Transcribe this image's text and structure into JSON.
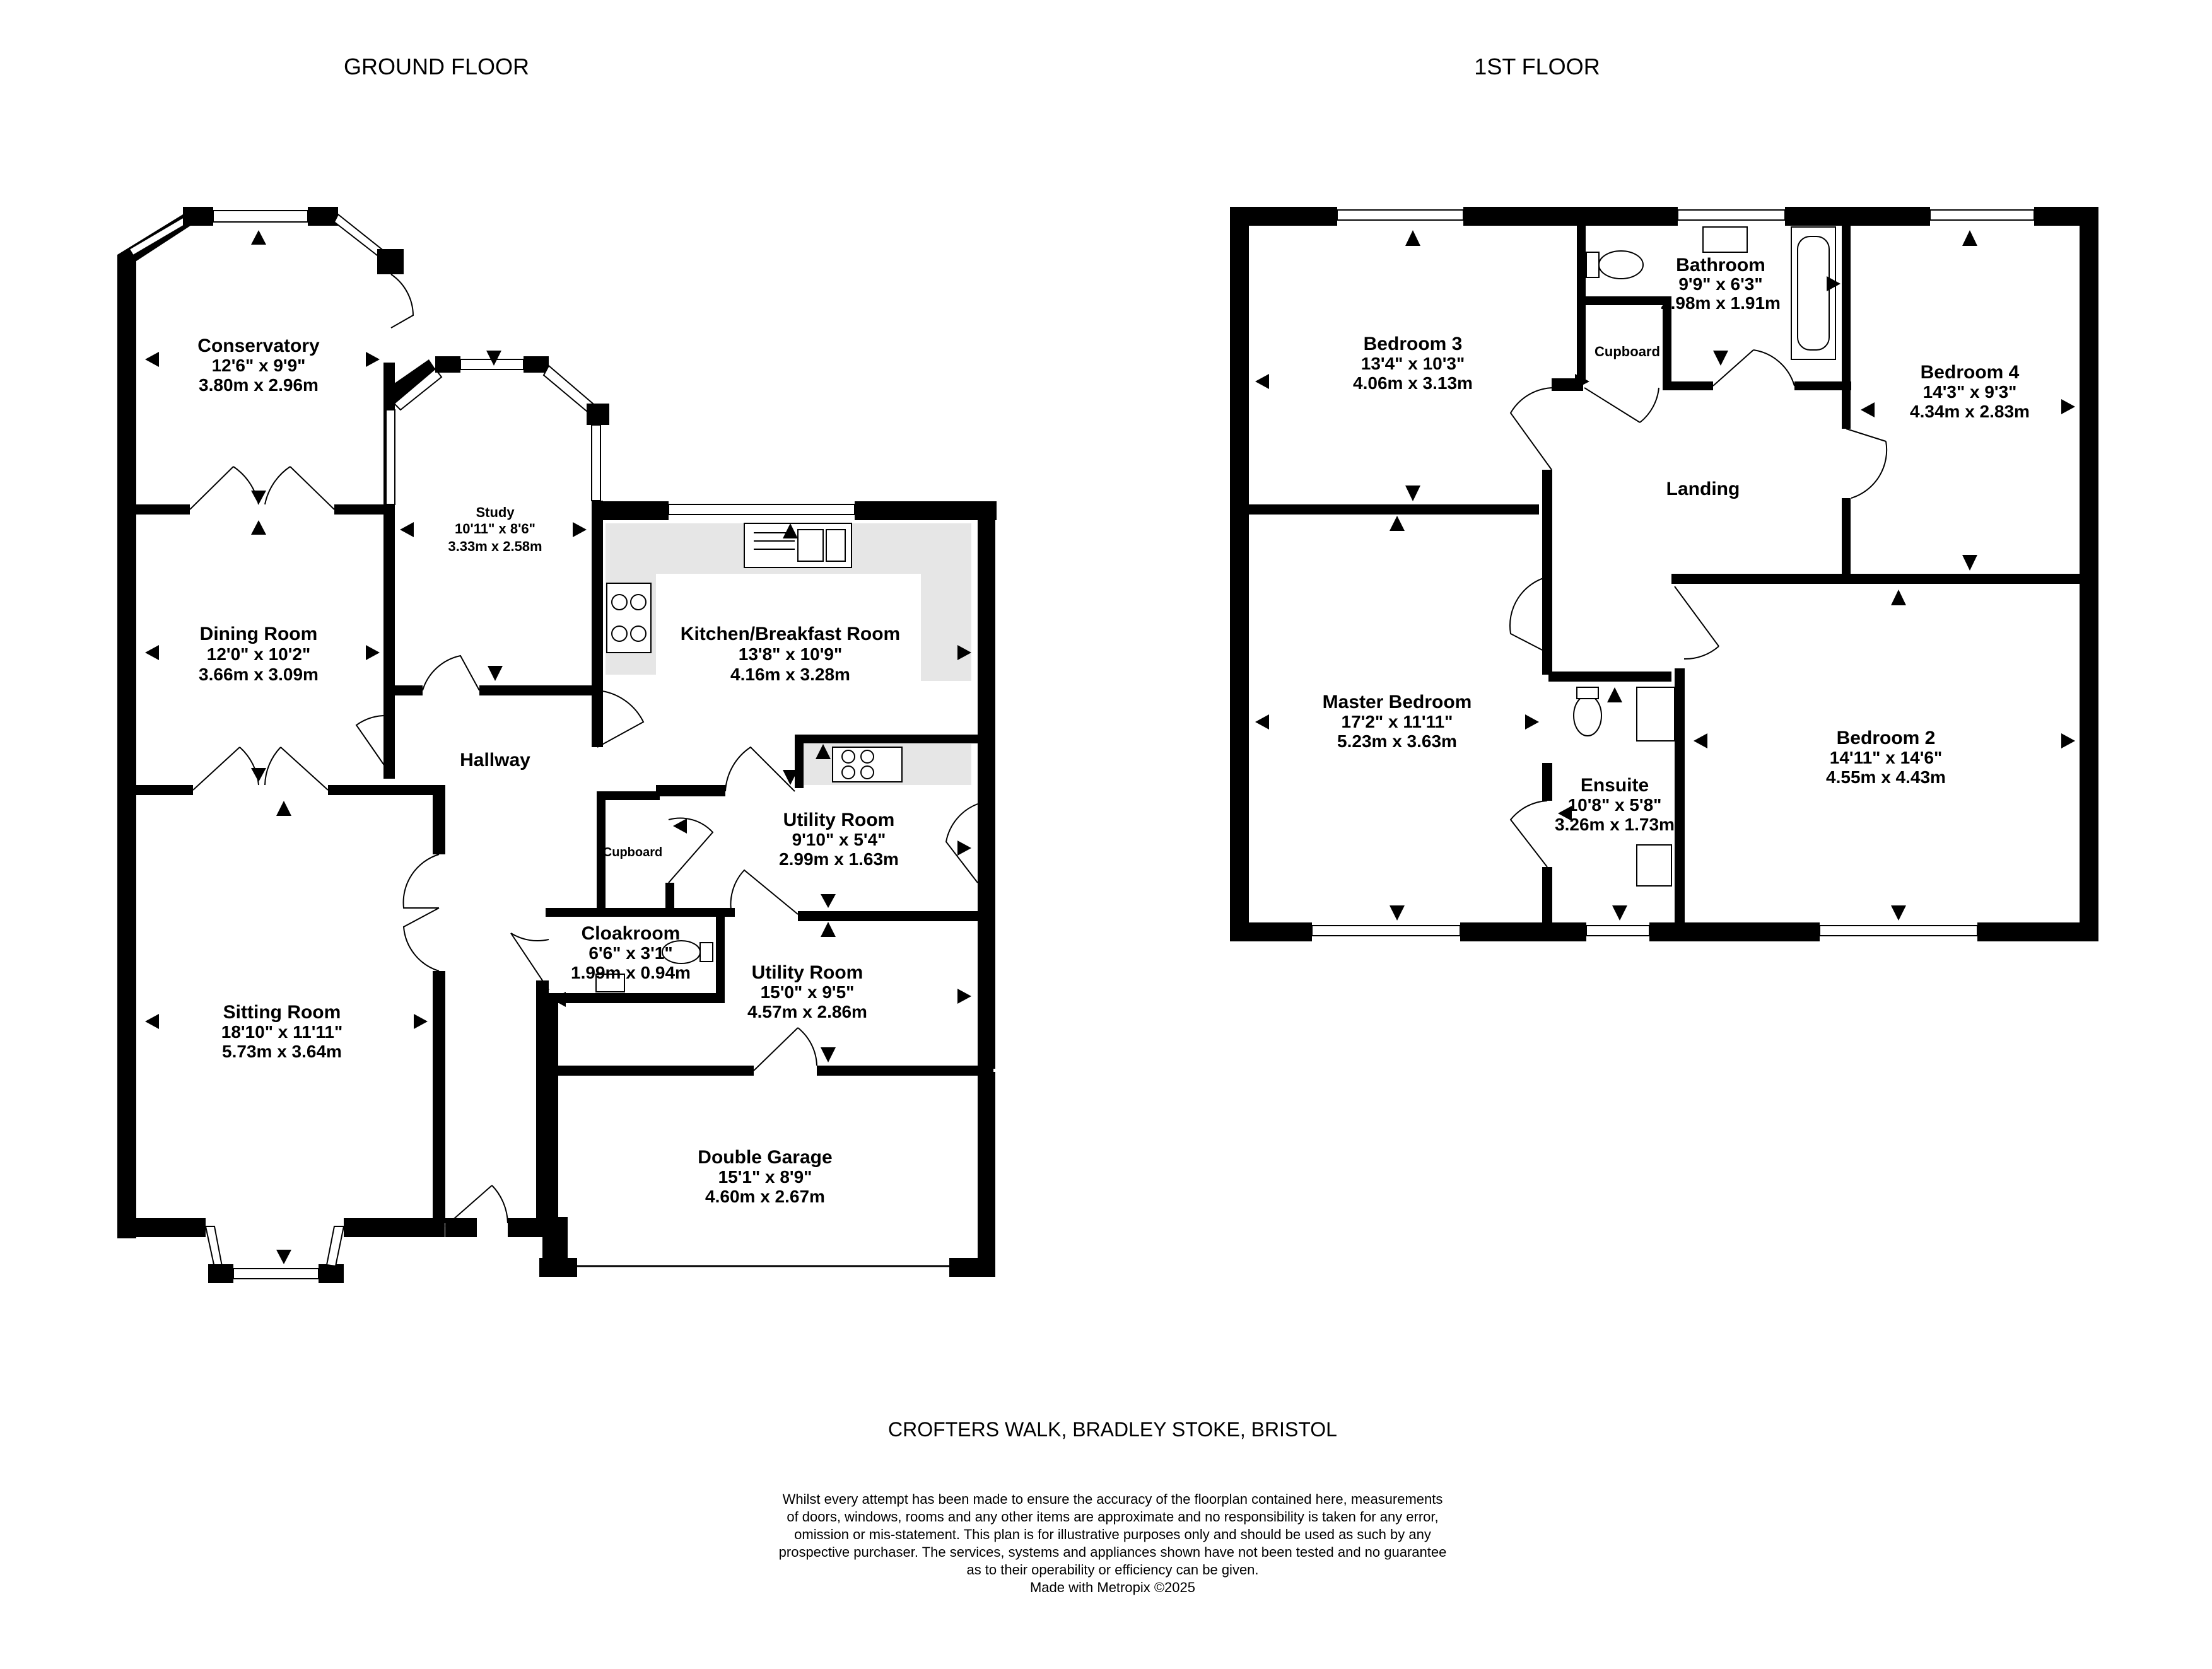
{
  "floors": {
    "ground_title": "GROUND FLOOR",
    "first_title": "1ST FLOOR"
  },
  "ground_rooms": {
    "conservatory": {
      "name": "Conservatory",
      "imperial": "12'6\"  x 9'9\"",
      "metric": "3.80m  x 2.96m"
    },
    "study": {
      "name": "Study",
      "imperial": "10'11\"  x 8'6\"",
      "metric": "3.33m  x 2.58m"
    },
    "dining": {
      "name": "Dining Room",
      "imperial": "12'0\"  x 10'2\"",
      "metric": "3.66m  x 3.09m"
    },
    "kitchen": {
      "name": "Kitchen/Breakfast Room",
      "imperial": "13'8\"  x 10'9\"",
      "metric": "4.16m  x 3.28m"
    },
    "hallway": {
      "name": "Hallway"
    },
    "utility1": {
      "name": "Utility Room",
      "imperial": "9'10\"  x 5'4\"",
      "metric": "2.99m  x 1.63m"
    },
    "cupboard": {
      "name": "Cupboard"
    },
    "cloakroom": {
      "name": "Cloakroom",
      "imperial": "6'6\"  x 3'1\"",
      "metric": "1.99m  x 0.94m"
    },
    "utility2": {
      "name": "Utility Room",
      "imperial": "15'0\"  x 9'5\"",
      "metric": "4.57m  x 2.86m"
    },
    "sitting": {
      "name": "Sitting Room",
      "imperial": "18'10\"  x 11'11\"",
      "metric": "5.73m  x 3.64m"
    },
    "garage": {
      "name": "Double Garage",
      "imperial": "15'1\"  x 8'9\"",
      "metric": "4.60m  x 2.67m"
    }
  },
  "first_rooms": {
    "bedroom3": {
      "name": "Bedroom 3",
      "imperial": "13'4\"  x 10'3\"",
      "metric": "4.06m  x 3.13m"
    },
    "bathroom": {
      "name": "Bathroom",
      "imperial": "9'9\"  x 6'3\"",
      "metric": "2.98m  x 1.91m"
    },
    "cupboard": {
      "name": "Cupboard"
    },
    "bedroom4": {
      "name": "Bedroom 4",
      "imperial": "14'3\"  x 9'3\"",
      "metric": "4.34m  x 2.83m"
    },
    "landing": {
      "name": "Landing"
    },
    "master": {
      "name": "Master Bedroom",
      "imperial": "17'2\"  x 11'11\"",
      "metric": "5.23m  x 3.63m"
    },
    "ensuite": {
      "name": "Ensuite",
      "imperial": "10'8\"  x 5'8\"",
      "metric": "3.26m  x 1.73m"
    },
    "bedroom2": {
      "name": "Bedroom 2",
      "imperial": "14'11\"  x 14'6\"",
      "metric": "4.55m  x 4.43m"
    }
  },
  "address": "CROFTERS WALK, BRADLEY STOKE, BRISTOL",
  "disclaimer": {
    "line1": "Whilst every attempt has been made to ensure the accuracy of the floorplan contained here, measurements",
    "line2": "of doors, windows, rooms and any other items are approximate and no responsibility is taken for any error,",
    "line3": "omission or mis-statement. This plan is for illustrative purposes only and should be used as such by any",
    "line4": "prospective purchaser. The services, systems and appliances shown have not been tested and no guarantee",
    "line5": "as to their operability or efficiency can be given.",
    "line6": "Made with Metropix ©2025"
  }
}
